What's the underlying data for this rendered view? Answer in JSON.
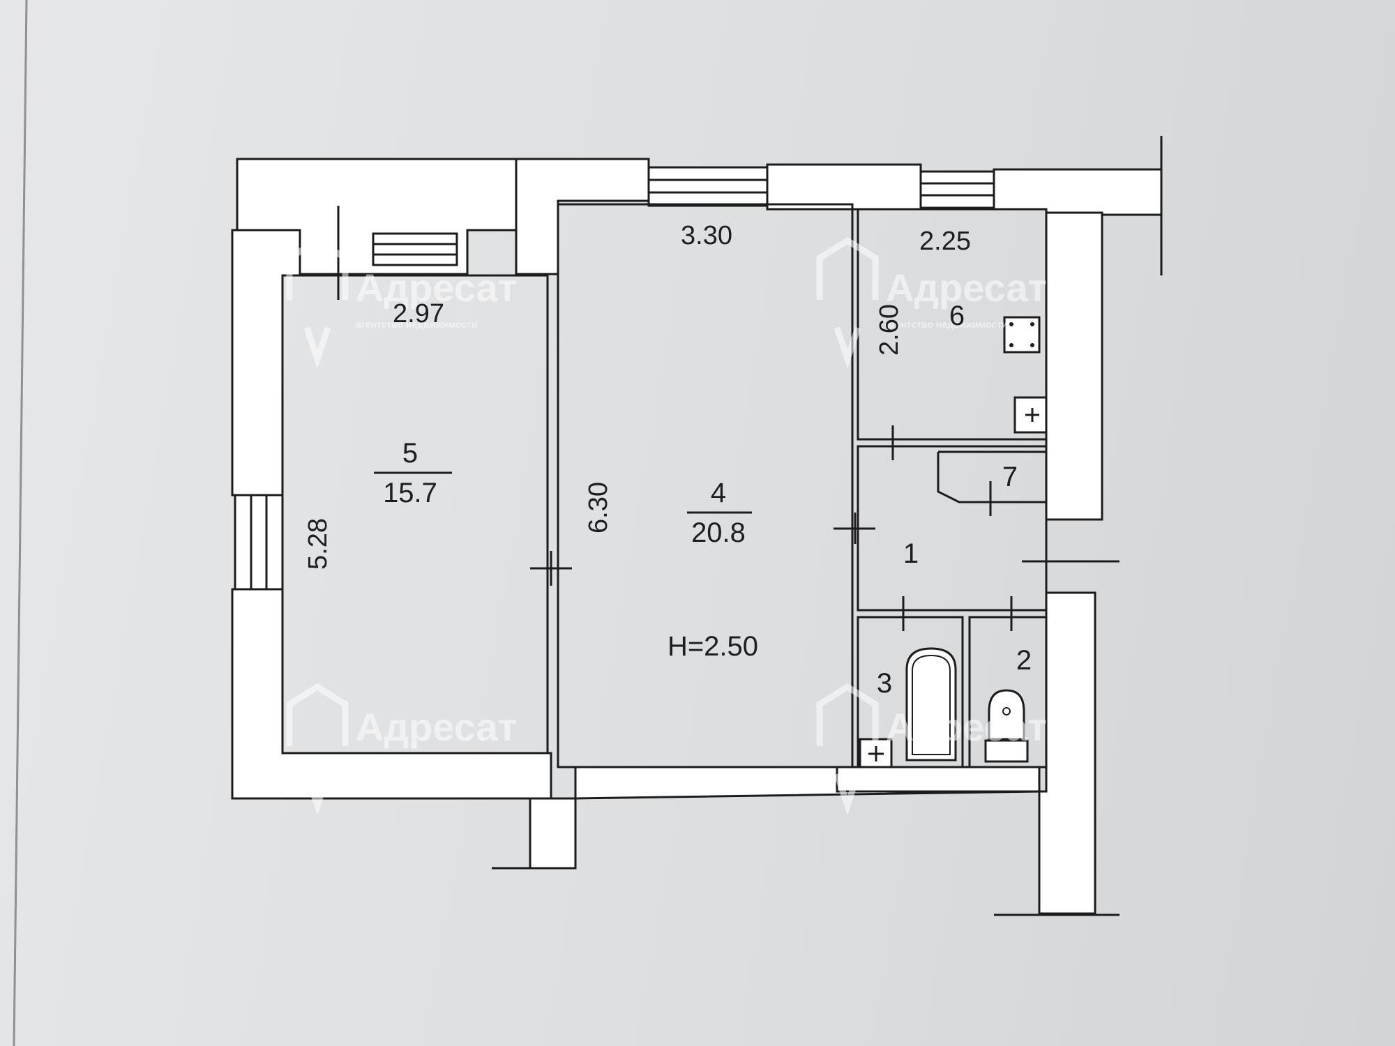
{
  "rooms": [
    {
      "number": "5",
      "area": "15.7"
    },
    {
      "number": "4",
      "area": "20.8"
    },
    {
      "number": "6",
      "area": ""
    },
    {
      "number": "7",
      "area": ""
    },
    {
      "number": "1",
      "area": ""
    },
    {
      "number": "2",
      "area": ""
    },
    {
      "number": "3",
      "area": ""
    }
  ],
  "dimensions": {
    "room5_width": "2.97",
    "room5_length": "5.28",
    "room4_width": "3.30",
    "room4_length": "6.30",
    "room6_width": "2.25",
    "room6_length": "2.60"
  },
  "ceiling_height": "H=2.50",
  "watermark": {
    "brand": "Адресат",
    "tagline": "агентство недвижимости"
  },
  "colors": {
    "paper": "#e2e3e5",
    "ink": "#1c1c1c",
    "walls": "#ffffff"
  }
}
